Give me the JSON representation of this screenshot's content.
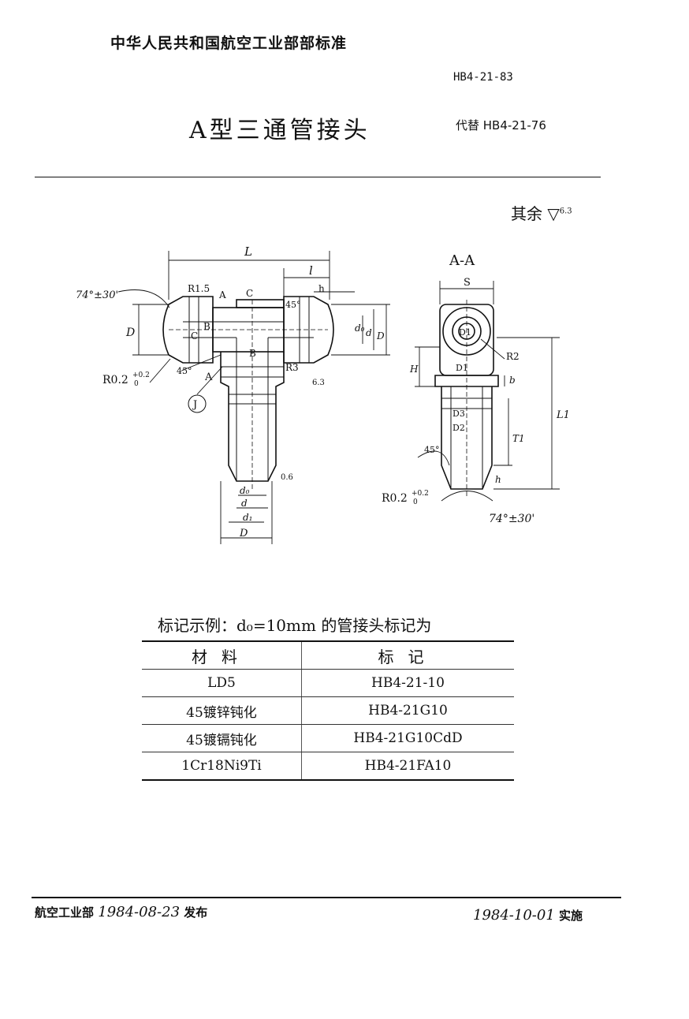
{
  "header": {
    "standard_title": "中华人民共和国航空工业部部标准",
    "standard_number": "HB4-21-83",
    "document_title": "A型三通管接头",
    "replaces": "代替 HB4-21-76"
  },
  "roughness": {
    "label": "其余",
    "value": "6.3"
  },
  "drawing": {
    "labels": {
      "L": "L",
      "l": "l",
      "h": "h",
      "R1_5": "R1.5",
      "A_top": "A",
      "C": "C",
      "angle_45_top": "45°",
      "angle_74": "74°±30'",
      "D_left": "D",
      "C_left": "C",
      "B_left": "B",
      "B_center": "B",
      "d0_right": "d₀",
      "d_right": "d",
      "D_right": "D",
      "R3": "R3",
      "finish_top": "6.3",
      "R0_2": "R0.2",
      "R0_2_tol": "+0.2",
      "R0_2_tol_low": "0",
      "angle_45_left": "45°",
      "A_bottom": "A",
      "J": "J",
      "finish_bottom": "0.6",
      "d0_bottom": "d₀",
      "d_bottom": "d",
      "d1_bottom": "d₁",
      "D_bottom": "D",
      "section_title": "A-A",
      "S": "S",
      "D1": "D1",
      "D1_lower": "D1",
      "R2": "R2",
      "H": "H",
      "b": "b",
      "L1": "L1",
      "D3": "D3",
      "D2": "D2",
      "T1": "T1",
      "h_right": "h",
      "angle_45_sec": "45°",
      "R0_2_sec": "R0.2",
      "R0_2_sec_tol": "+0.2",
      "R0_2_sec_tol_low": "0",
      "angle_74_sec": "74°±30'"
    }
  },
  "marking": {
    "example": "标记示例：d₀=10mm 的管接头标记为",
    "columns": [
      "材料",
      "标记"
    ],
    "rows": [
      [
        "LD5",
        "HB4-21-10"
      ],
      [
        "45镀锌钝化",
        "HB4-21G10"
      ],
      [
        "45镀镉钝化",
        "HB4-21G10CdD"
      ],
      [
        "1Cr18Ni9Ti",
        "HB4-21FA10"
      ]
    ]
  },
  "footer": {
    "issued_prefix": "航空工业部",
    "issued_date": "1984-08-23",
    "issued_suffix": "发布",
    "effective_date": "1984-10-01",
    "effective_suffix": "实施"
  }
}
